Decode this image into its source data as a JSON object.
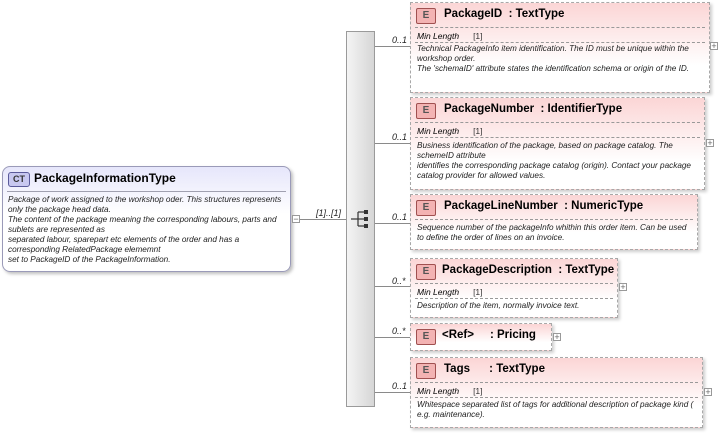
{
  "complex_type": {
    "badge": "CT",
    "name": "PackageInformationType",
    "documentation": "Package of work assigned to the workshop oder. This structures represents only the package head data.\nThe content of the package meaning the corresponding labours, parts and sublets are represented as\nseparated labour, sparepart etc elements of the order and has a corresponding RelatedPackage elememnt\nset to PackageID of the PackageInformation."
  },
  "sequence": {
    "multiplicity": "[1]..[1]",
    "icon": "sequence-icon"
  },
  "elements": [
    {
      "badge": "E",
      "name": "PackageID",
      "type": ": TextType",
      "multiplicity": "0..1",
      "facet_label": "Min Length",
      "facet_value": "[1]",
      "documentation": "Technical PackageInfo item identification. The ID must be unique within the workshop order.\nThe 'schemaID' attribute states the identification schema or origin of the ID."
    },
    {
      "badge": "E",
      "name": "PackageNumber",
      "type": ": IdentifierType",
      "multiplicity": "0..1",
      "facet_label": "Min Length",
      "facet_value": "[1]",
      "documentation": "Business identification of the package, based on package catalog. The schemeID attribute\nidentifies the corresponding package catalog (origin). Contact your package catalog provider for allowed values."
    },
    {
      "badge": "E",
      "name": "PackageLineNumber",
      "type": ": NumericType",
      "multiplicity": "0..1",
      "documentation": "Sequence number of the packageInfo whithin this order item. Can be used to define the order of lines on an invoice."
    },
    {
      "badge": "E",
      "name": "PackageDescription",
      "type": ": TextType",
      "multiplicity": "0..*",
      "facet_label": "Min Length",
      "facet_value": "[1]",
      "documentation": "Description of the item, normally invoice text."
    },
    {
      "badge": "E",
      "name": "<Ref>",
      "type": ": Pricing",
      "multiplicity": "0..*"
    },
    {
      "badge": "E",
      "name": "Tags",
      "type": ": TextType",
      "multiplicity": "0..1",
      "facet_label": "Min Length",
      "facet_value": "[1]",
      "documentation": "Whitespace separated list of tags for additional description of package kind ( e.g. maintenance)."
    }
  ],
  "toggles": {
    "collapse": "−",
    "expand": "+"
  }
}
